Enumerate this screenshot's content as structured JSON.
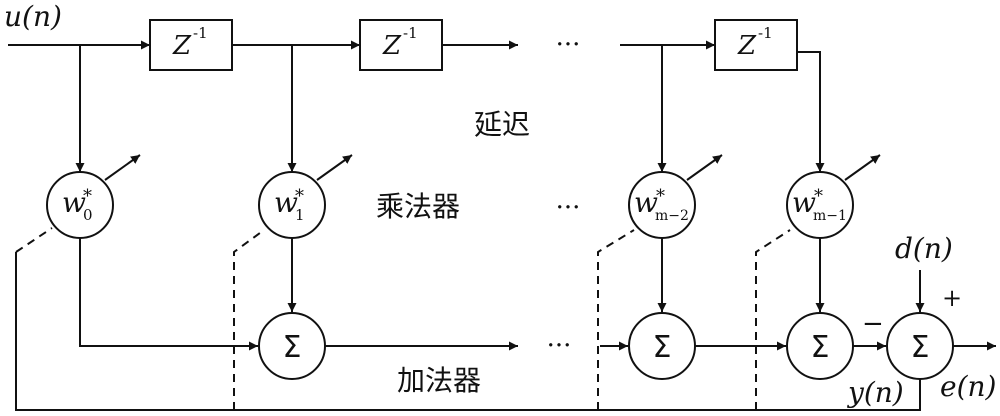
{
  "signals": {
    "input": "u(n)",
    "desired": "d(n)",
    "output": "y(n)",
    "error": "e(n)"
  },
  "delay": {
    "symbol": "Z",
    "power": "-1"
  },
  "weights": [
    {
      "base": "w",
      "sup": "*",
      "sub": "0"
    },
    {
      "base": "w",
      "sup": "*",
      "sub": "1"
    },
    {
      "base": "w",
      "sup": "*",
      "sub": "m−2"
    },
    {
      "base": "w",
      "sup": "*",
      "sub": "m−1"
    }
  ],
  "sum_symbol": "Σ",
  "ellipsis": "···",
  "labels": {
    "delay": "延迟",
    "multiplier": "乘法器",
    "adder": "加法器"
  },
  "signs": {
    "plus": "+",
    "minus": "−"
  }
}
